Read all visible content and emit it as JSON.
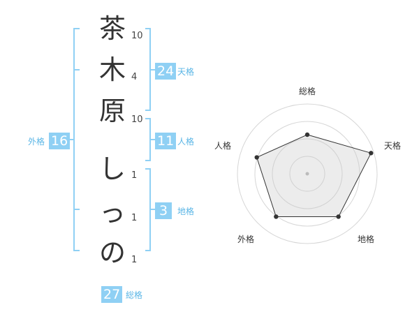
{
  "name": {
    "characters": [
      {
        "char": "茶",
        "strokes": "10"
      },
      {
        "char": "木",
        "strokes": "4"
      },
      {
        "char": "原",
        "strokes": "10"
      },
      {
        "char": "し",
        "strokes": "1"
      },
      {
        "char": "っ",
        "strokes": "1"
      },
      {
        "char": "の",
        "strokes": "1"
      }
    ]
  },
  "fortune": {
    "tenkaku": {
      "value": "24",
      "label": "天格"
    },
    "jinkaku": {
      "value": "11",
      "label": "人格"
    },
    "chikaku": {
      "value": "3",
      "label": "地格"
    },
    "gaikaku": {
      "value": "16",
      "label": "外格"
    },
    "soukaku": {
      "value": "27",
      "label": "総格"
    }
  },
  "chart_data": {
    "type": "radar",
    "axes": [
      "総格",
      "天格",
      "地格",
      "外格",
      "人格"
    ],
    "values": [
      2.8,
      4.8,
      3.8,
      3.8,
      3.8
    ],
    "max": 5,
    "rings": 4
  },
  "colors": {
    "accent": "#8fd0f4",
    "bracket": "#8fd0f4",
    "label": "#5bb6e6"
  }
}
